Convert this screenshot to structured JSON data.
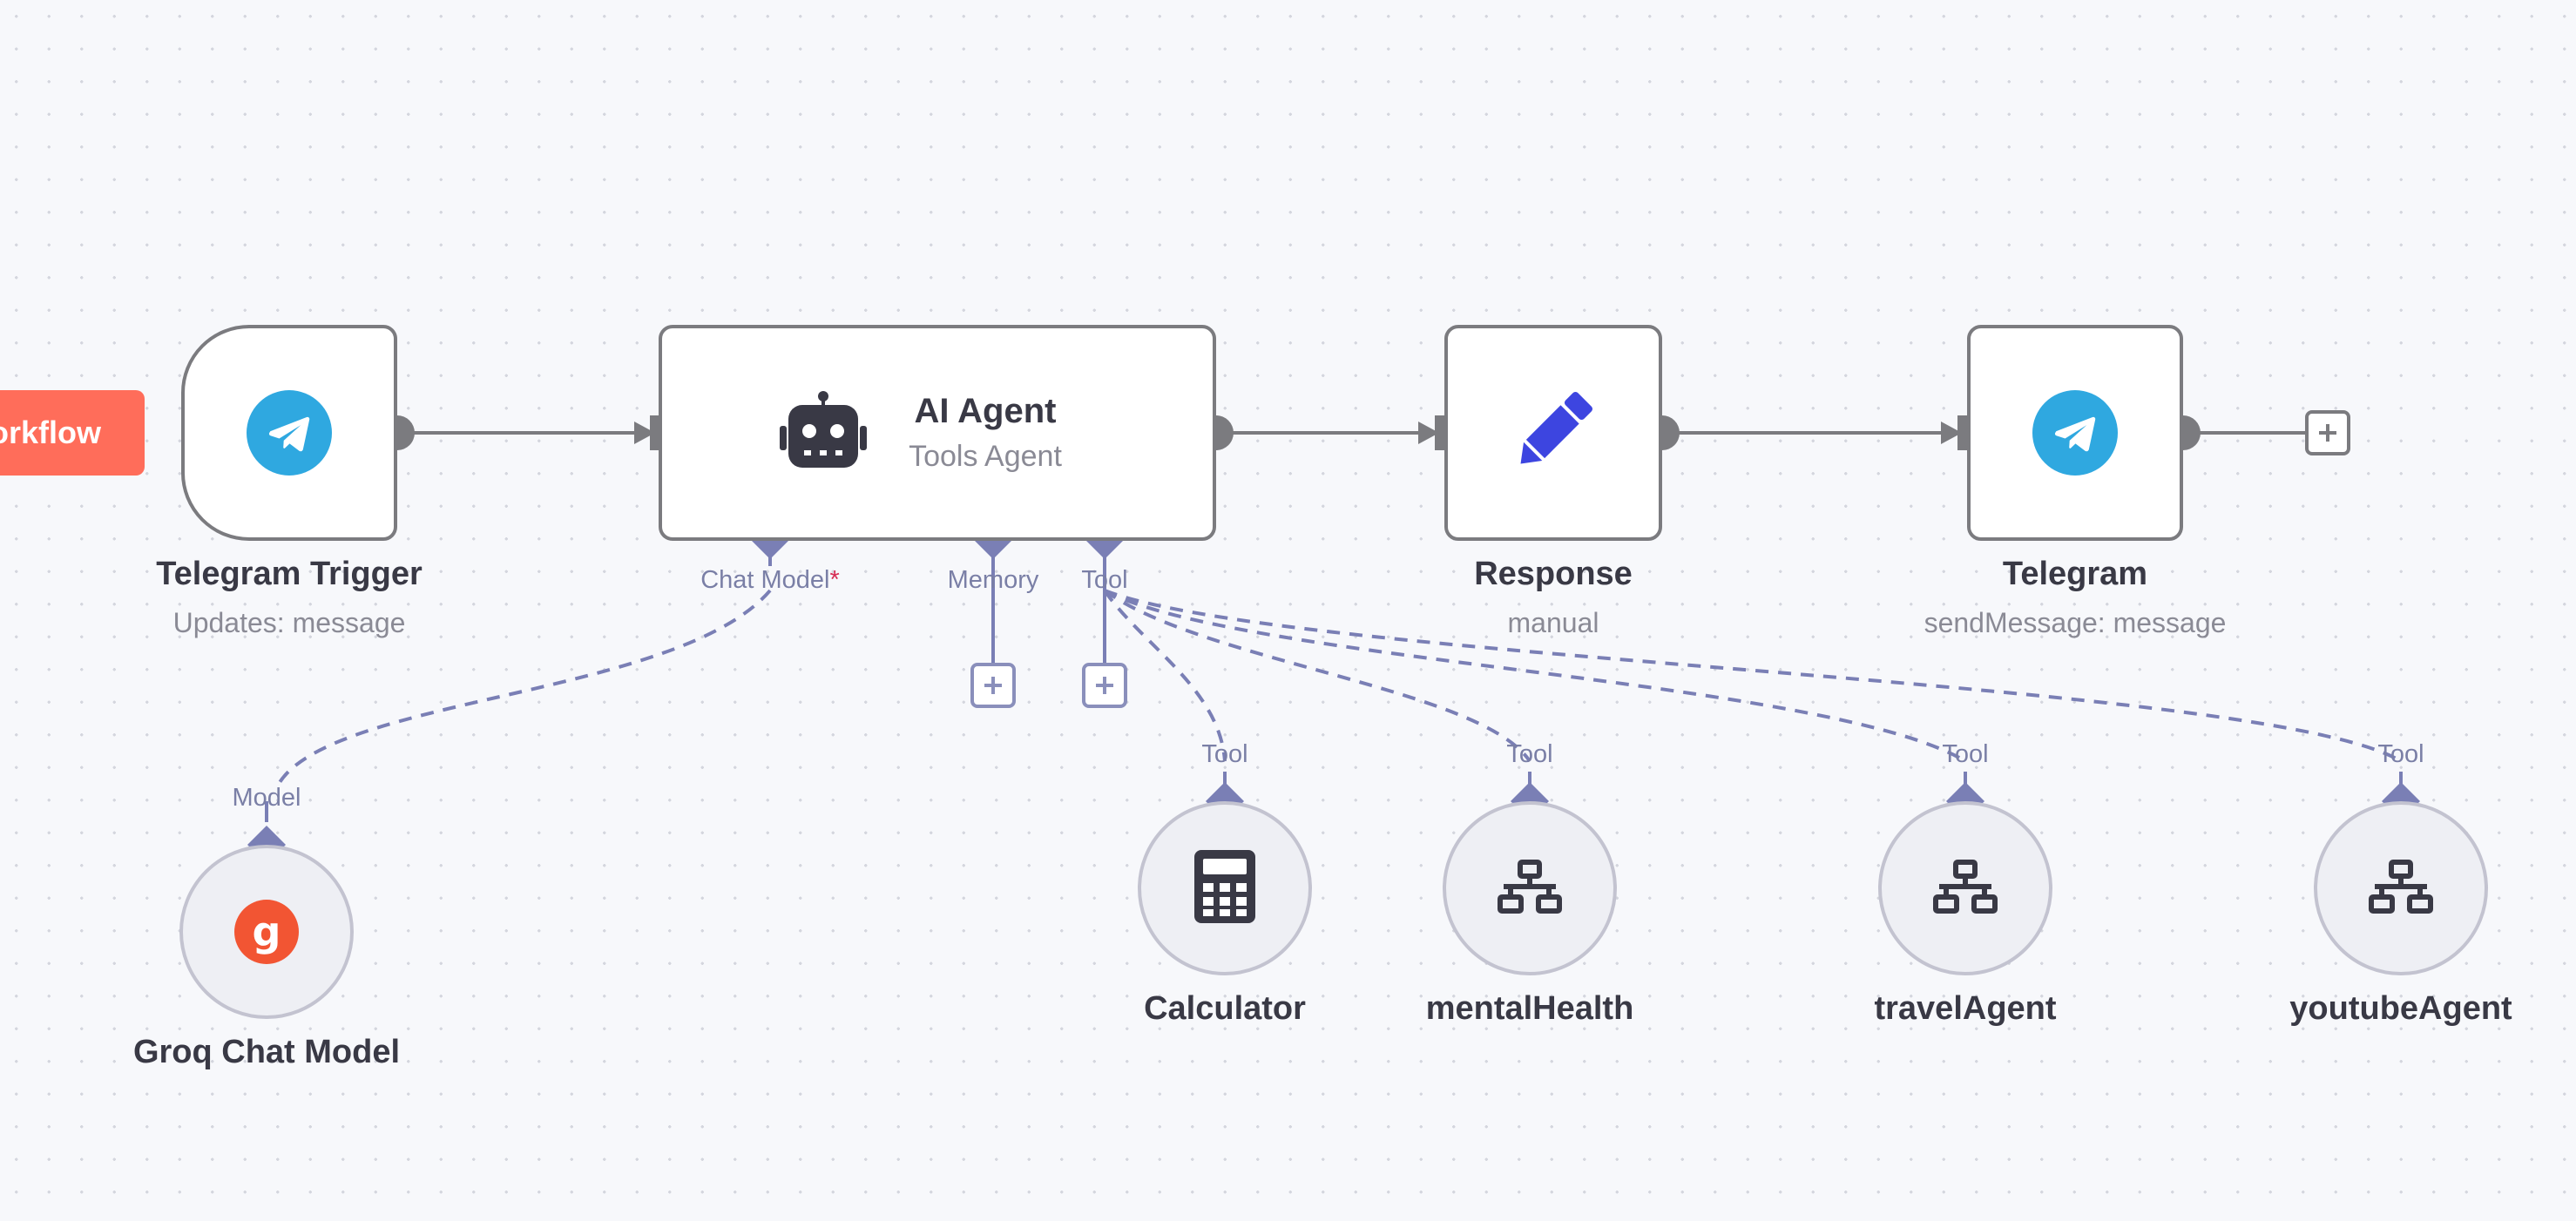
{
  "toolbar": {
    "workflow_button_label": "orkflow"
  },
  "nodes": {
    "telegram_trigger": {
      "title": "Telegram Trigger",
      "subtitle": "Updates: message",
      "icon": "telegram-icon"
    },
    "ai_agent": {
      "title": "AI Agent",
      "subtitle": "Tools Agent",
      "icon": "robot-icon",
      "ports": {
        "chat_model": "Chat Model",
        "chat_model_required": "*",
        "memory": "Memory",
        "tool": "Tool"
      }
    },
    "response": {
      "title": "Response",
      "subtitle": "manual",
      "icon": "pencil-icon"
    },
    "telegram": {
      "title": "Telegram",
      "subtitle": "sendMessage: message",
      "icon": "telegram-icon"
    },
    "groq_chat_model": {
      "title": "Groq Chat Model",
      "port_label": "Model",
      "icon": "groq-icon",
      "icon_glyph": "g"
    },
    "calculator": {
      "title": "Calculator",
      "port_label": "Tool",
      "icon": "calculator-icon"
    },
    "mental_health": {
      "title": "mentalHealth",
      "port_label": "Tool",
      "icon": "workflow-icon"
    },
    "travel_agent": {
      "title": "travelAgent",
      "port_label": "Tool",
      "icon": "workflow-icon"
    },
    "youtube_agent": {
      "title": "youtubeAgent",
      "port_label": "Tool",
      "icon": "workflow-icon"
    }
  },
  "colors": {
    "canvas_bg": "#f7f8fb",
    "node_border": "#7b7b7f",
    "connection": "#7b7b7f",
    "ai_connection": "#7a7fb5",
    "workflow_button": "#ff6d5a",
    "telegram_blue": "#2fa8e0",
    "response_pencil": "#3d45e0",
    "groq_orange": "#f25533",
    "required_marker": "#d62e54"
  }
}
